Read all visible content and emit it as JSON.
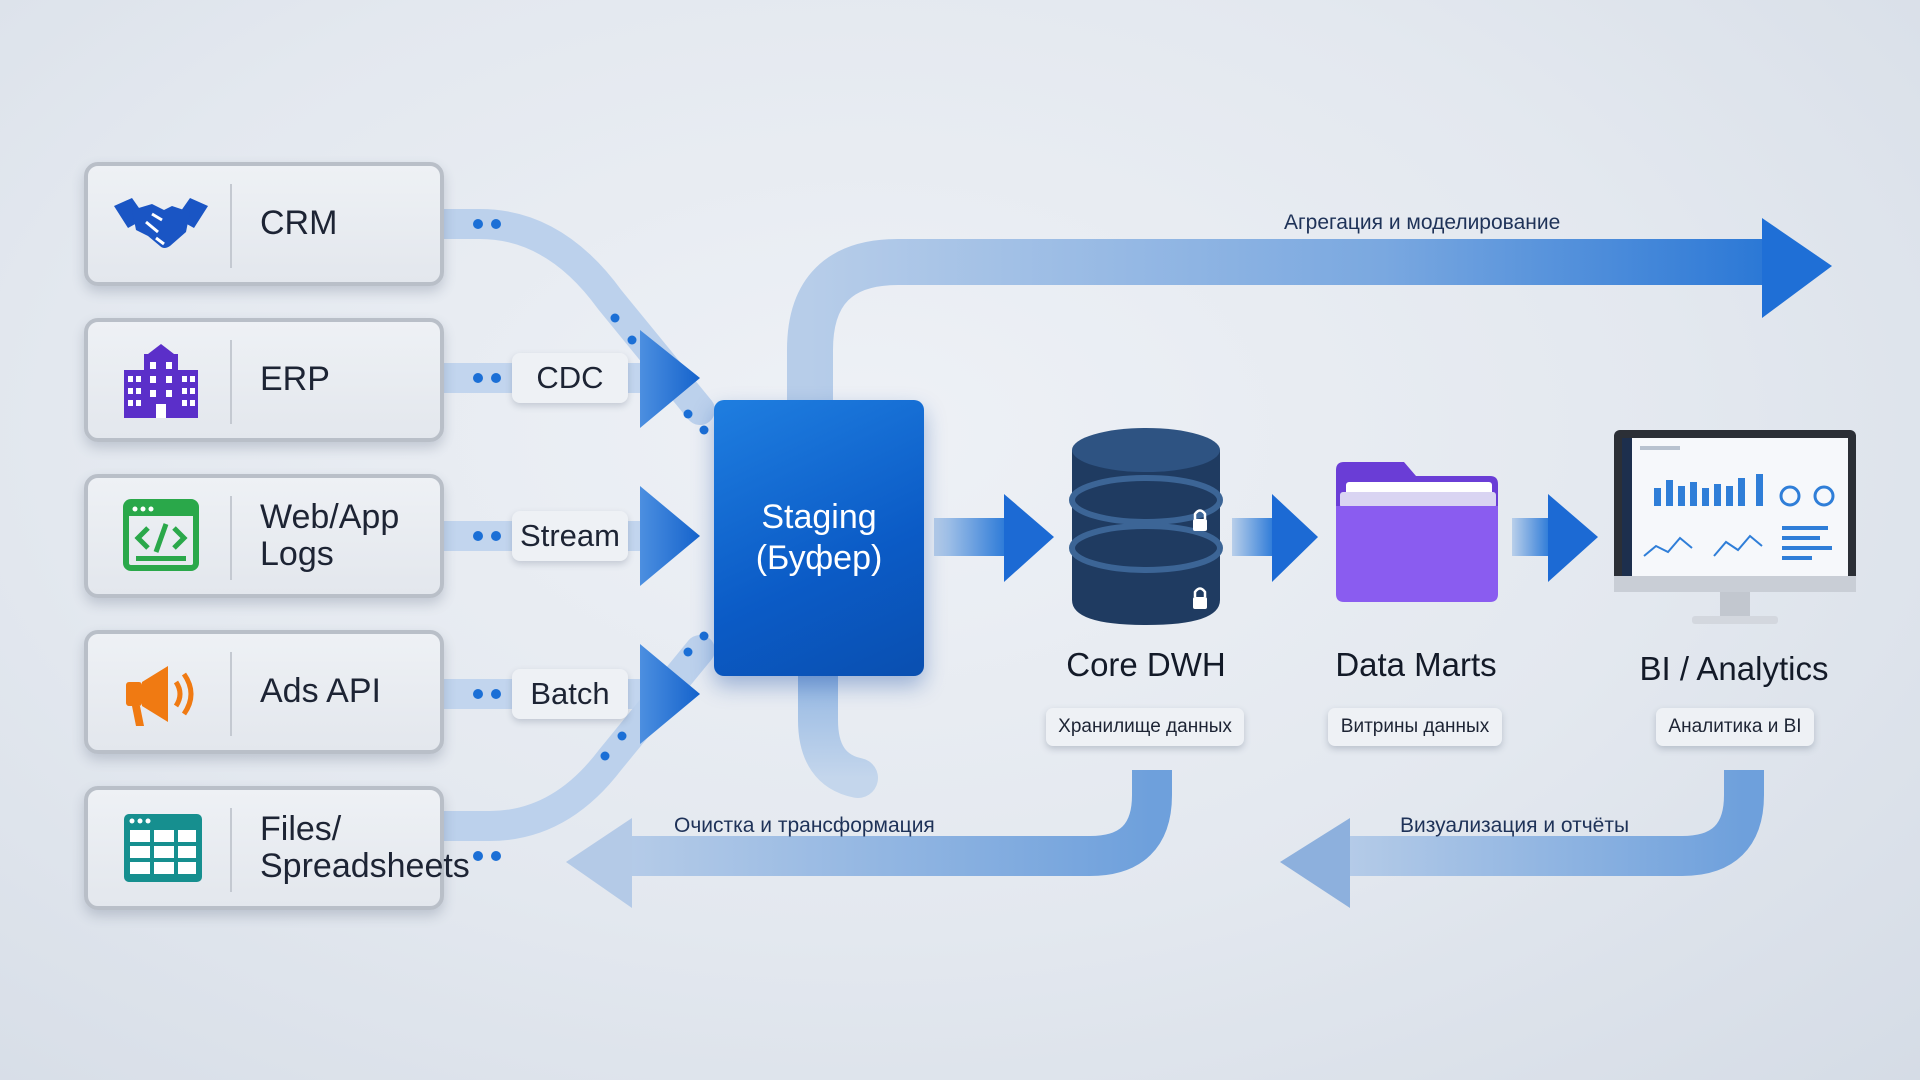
{
  "sources": [
    {
      "label": "CRM",
      "icon": "handshake-icon",
      "color": "#1a55c4"
    },
    {
      "label": "ERP",
      "icon": "building-icon",
      "color": "#5b2fc9"
    },
    {
      "label": "Web/App\nLogs",
      "icon": "code-window-icon",
      "color": "#2aa84a"
    },
    {
      "label": "Ads API",
      "icon": "megaphone-icon",
      "color": "#f07a12"
    },
    {
      "label": "Files/\nSpreadsheets",
      "icon": "spreadsheet-icon",
      "color": "#168f8f"
    }
  ],
  "connectors": {
    "cdc": "CDC",
    "stream": "Stream",
    "batch": "Batch"
  },
  "staging": {
    "label": "Staging\n(Буфер)",
    "color": "#0b5bc6"
  },
  "nodes": {
    "core_dwh": {
      "title": "Core DWH",
      "subtitle": "Хранилище данных",
      "icon": "database-lock-icon",
      "color": "#1d3a5f"
    },
    "data_marts": {
      "title": "Data Marts",
      "subtitle": "Витрины данных",
      "icon": "folder-icon",
      "color": "#7a4fe0"
    },
    "bi": {
      "title": "BI / Analytics",
      "subtitle": "Аналитика и BI",
      "icon": "dashboard-monitor-icon",
      "color": "#1b6fd6"
    }
  },
  "flows": {
    "top": "Агрегация и моделирование",
    "bottom_left": "Очистка и трансформация",
    "bottom_right": "Визуализация и отчёты"
  },
  "colors": {
    "accent": "#1b6fd6",
    "flow_light": "#8fb3e0",
    "background": "#e3e8ef"
  }
}
